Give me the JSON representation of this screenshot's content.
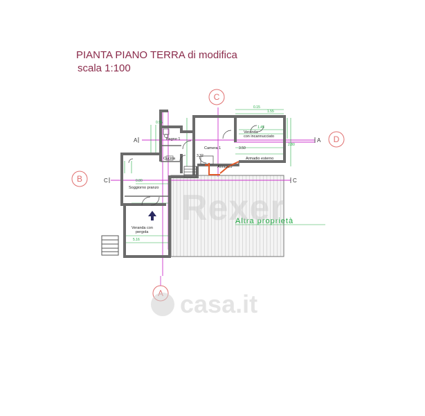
{
  "title": {
    "line1": "PIANTA PIANO TERRA di modifica",
    "line2": "scala 1:100"
  },
  "axes": {
    "A": "A",
    "B": "B",
    "C": "C",
    "D": "D"
  },
  "section_marks": {
    "a_left": "A",
    "a_right": "A",
    "c_left": "C",
    "c_right": "C"
  },
  "rooms": {
    "bagno": "Bagno 1",
    "camera": "Camera 1",
    "cucina": "Cucina",
    "soggiorno": "Soggiorno pranzo",
    "veranda_top": "Veranda",
    "veranda_top_sub": "con incannucciato",
    "armadio": "Armadio esterno",
    "ripostiglio": "Annuzzo",
    "veranda_bottom": "Veranda con",
    "veranda_bottom_sub": "pergola",
    "altra_proprieta": "Altra proprietà"
  },
  "dimensions": {
    "d1": "3.32",
    "d2": "3.50",
    "d3": "1.45",
    "d4": "0.15",
    "d5": "1.55",
    "d6": "2.80",
    "d7": "0.95",
    "d8": "0.80",
    "d9": "5.16"
  },
  "watermark": {
    "brand1": "Rexer",
    "brand2": "casa.it"
  },
  "colors": {
    "title": "#8a2a4a",
    "axis_circle": "#e07070",
    "axis_line": "#cc33cc",
    "dim_line": "#22aa44",
    "wall": "#6b6b6b",
    "hatch": "#9a9a9a"
  }
}
